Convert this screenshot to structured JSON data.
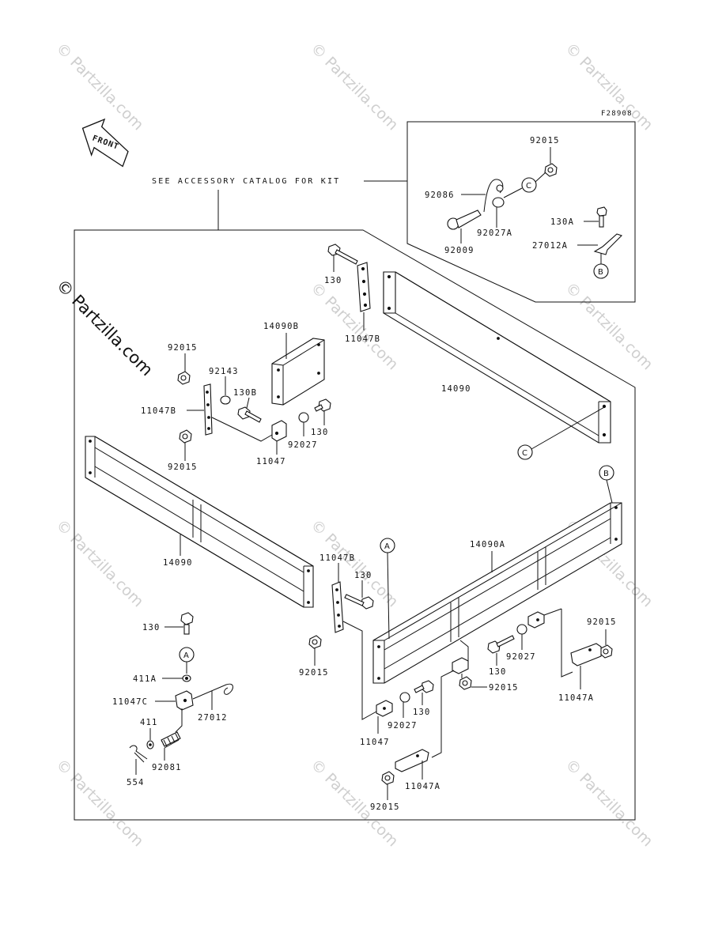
{
  "diagram": {
    "figure_code": "F28908",
    "front_label": "FRONT",
    "accessory_note": "SEE ACCESSORY CATALOG FOR KIT",
    "watermark": "© Partzilla.com",
    "callouts": {
      "a": "A",
      "b": "B",
      "c": "C"
    },
    "part_labels": {
      "p92015_inset": "92015",
      "p92086": "92086",
      "p92027A": "92027A",
      "p92009": "92009",
      "p130A": "130A",
      "p27012A": "27012A",
      "p130_top": "130",
      "p11047B_top": "11047B",
      "p14090B": "14090B",
      "p92015_left1": "92015",
      "p92143": "92143",
      "p130B": "130B",
      "p11047B_left": "11047B",
      "p92015_left2": "92015",
      "p11047_left": "11047",
      "p92027_left": "92027",
      "p130_left": "130",
      "p14090_right": "14090",
      "p14090_left": "14090",
      "p11047B_mid": "11047B",
      "p130_mid": "130",
      "p92015_mid": "92015",
      "p14090A": "14090A",
      "p130_bolt": "130",
      "p411A": "411A",
      "p11047C": "11047C",
      "p27012": "27012",
      "p411": "411",
      "p92081": "92081",
      "p554": "554",
      "p92015_br": "92015",
      "p92027_r": "92027",
      "p130_r": "130",
      "p92015_r2": "92015",
      "p11047A_r": "11047A",
      "p11047_b": "11047",
      "p92027_b": "92027",
      "p130_b": "130",
      "p11047A_b": "11047A",
      "p92015_b": "92015"
    }
  }
}
